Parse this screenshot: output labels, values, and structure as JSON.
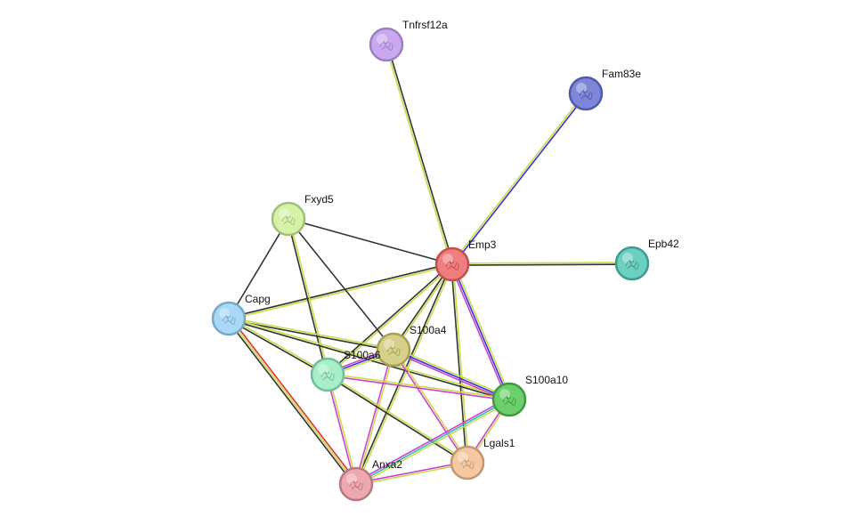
{
  "network": {
    "nodes": [
      {
        "id": "Tnfrsf12a",
        "label": "Tnfrsf12a",
        "color": "#c9a8f0",
        "stroke": "#9b80c0"
      },
      {
        "id": "Fam83e",
        "label": "Fam83e",
        "color": "#7e86d8",
        "stroke": "#505aa8"
      },
      {
        "id": "Fxyd5",
        "label": "Fxyd5",
        "color": "#d6f2a8",
        "stroke": "#a0c07a"
      },
      {
        "id": "Emp3",
        "label": "Emp3",
        "color": "#f07e7e",
        "stroke": "#c05050"
      },
      {
        "id": "Epb42",
        "label": "Epb42",
        "color": "#6cd0c0",
        "stroke": "#3e9a8c"
      },
      {
        "id": "Capg",
        "label": "Capg",
        "color": "#a8d8f5",
        "stroke": "#78a8c8"
      },
      {
        "id": "S100a4",
        "label": "S100a4",
        "color": "#d6d08a",
        "stroke": "#a8a05a"
      },
      {
        "id": "S100a6",
        "label": "S100a6",
        "color": "#a8eec8",
        "stroke": "#72be98"
      },
      {
        "id": "S100a10",
        "label": "S100a10",
        "color": "#6ccf6c",
        "stroke": "#3e9a3e"
      },
      {
        "id": "Lgals1",
        "label": "Lgals1",
        "color": "#f5c8a0",
        "stroke": "#c09878"
      },
      {
        "id": "Anxa2",
        "label": "Anxa2",
        "color": "#eea8b0",
        "stroke": "#b87880"
      }
    ],
    "evidence_colors": {
      "text": "#c8dc46",
      "coexpression": "#333333",
      "homology": "#3434d8",
      "experiments": "#d040d0",
      "fusion": "#e03030",
      "cooccurrence": "#30c0c0",
      "neighborhood": "#30a030"
    },
    "edges": [
      {
        "a": "Emp3",
        "b": "Tnfrsf12a",
        "ev": [
          "text",
          "coexpression"
        ]
      },
      {
        "a": "Emp3",
        "b": "Fam83e",
        "ev": [
          "text",
          "homology"
        ]
      },
      {
        "a": "Emp3",
        "b": "Epb42",
        "ev": [
          "text",
          "coexpression"
        ]
      },
      {
        "a": "Emp3",
        "b": "Fxyd5",
        "ev": [
          "coexpression"
        ]
      },
      {
        "a": "Emp3",
        "b": "Capg",
        "ev": [
          "text",
          "coexpression"
        ]
      },
      {
        "a": "Emp3",
        "b": "S100a4",
        "ev": [
          "text",
          "coexpression"
        ]
      },
      {
        "a": "Emp3",
        "b": "S100a6",
        "ev": [
          "text",
          "coexpression"
        ]
      },
      {
        "a": "Emp3",
        "b": "S100a10",
        "ev": [
          "text",
          "homology",
          "experiments"
        ]
      },
      {
        "a": "Emp3",
        "b": "Lgals1",
        "ev": [
          "text",
          "coexpression"
        ]
      },
      {
        "a": "Emp3",
        "b": "Anxa2",
        "ev": [
          "text",
          "coexpression"
        ]
      },
      {
        "a": "Fxyd5",
        "b": "Capg",
        "ev": [
          "coexpression"
        ]
      },
      {
        "a": "Fxyd5",
        "b": "S100a4",
        "ev": [
          "coexpression"
        ]
      },
      {
        "a": "Fxyd5",
        "b": "S100a6",
        "ev": [
          "text",
          "coexpression"
        ]
      },
      {
        "a": "Capg",
        "b": "S100a4",
        "ev": [
          "text",
          "coexpression"
        ]
      },
      {
        "a": "Capg",
        "b": "S100a6",
        "ev": [
          "text",
          "coexpression"
        ]
      },
      {
        "a": "Capg",
        "b": "S100a10",
        "ev": [
          "text",
          "coexpression"
        ]
      },
      {
        "a": "Capg",
        "b": "Anxa2",
        "ev": [
          "fusion",
          "text",
          "coexpression"
        ]
      },
      {
        "a": "S100a4",
        "b": "S100a6",
        "ev": [
          "text",
          "homology",
          "experiments"
        ]
      },
      {
        "a": "S100a4",
        "b": "S100a10",
        "ev": [
          "text",
          "homology",
          "experiments"
        ]
      },
      {
        "a": "S100a4",
        "b": "Lgals1",
        "ev": [
          "text",
          "experiments"
        ]
      },
      {
        "a": "S100a4",
        "b": "Anxa2",
        "ev": [
          "text",
          "experiments"
        ]
      },
      {
        "a": "S100a6",
        "b": "S100a10",
        "ev": [
          "text",
          "experiments"
        ]
      },
      {
        "a": "S100a6",
        "b": "Lgals1",
        "ev": [
          "text",
          "coexpression"
        ]
      },
      {
        "a": "S100a6",
        "b": "Anxa2",
        "ev": [
          "text",
          "experiments"
        ]
      },
      {
        "a": "S100a10",
        "b": "Anxa2",
        "ev": [
          "text",
          "cooccurrence",
          "experiments"
        ]
      },
      {
        "a": "S100a10",
        "b": "Lgals1",
        "ev": [
          "text",
          "experiments"
        ]
      },
      {
        "a": "Lgals1",
        "b": "Anxa2",
        "ev": [
          "text",
          "experiments"
        ]
      }
    ]
  }
}
